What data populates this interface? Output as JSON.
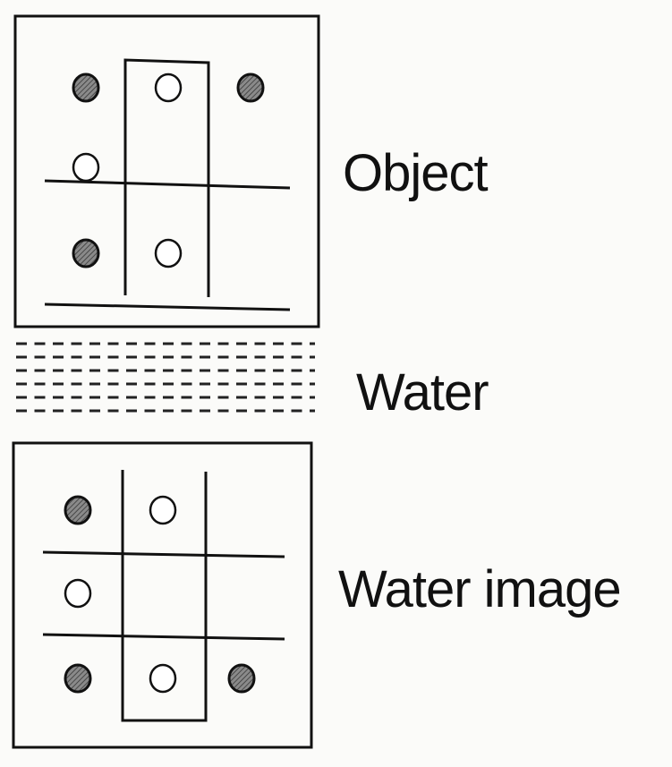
{
  "labels": {
    "object": "Object",
    "water": "Water",
    "water_image": "Water image"
  },
  "object_grid": [
    [
      "filled",
      "open",
      "filled"
    ],
    [
      "open",
      "empty",
      "empty"
    ],
    [
      "filled",
      "open",
      "empty"
    ]
  ],
  "water_image_grid": [
    [
      "filled",
      "open",
      "empty"
    ],
    [
      "open",
      "empty",
      "empty"
    ],
    [
      "filled",
      "open",
      "filled"
    ]
  ],
  "colors": {
    "ink": "#111111",
    "filled_dot": "#6a6a6a"
  }
}
